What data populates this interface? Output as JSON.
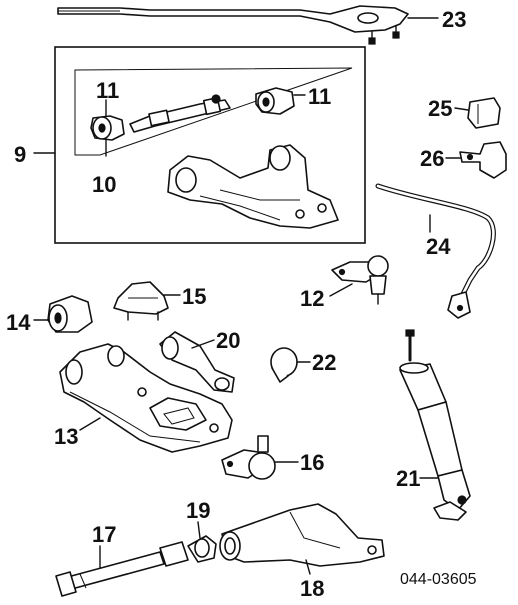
{
  "diagram": {
    "callouts": {
      "c23": "23",
      "c11a": "11",
      "c11b": "11",
      "c9": "9",
      "c10": "10",
      "c25": "25",
      "c26": "26",
      "c24": "24",
      "c12": "12",
      "c14": "14",
      "c15": "15",
      "c20": "20",
      "c22": "22",
      "c13": "13",
      "c16": "16",
      "c21": "21",
      "c17": "17",
      "c19": "19",
      "c18": "18"
    },
    "drawing_code": "044-03605"
  }
}
